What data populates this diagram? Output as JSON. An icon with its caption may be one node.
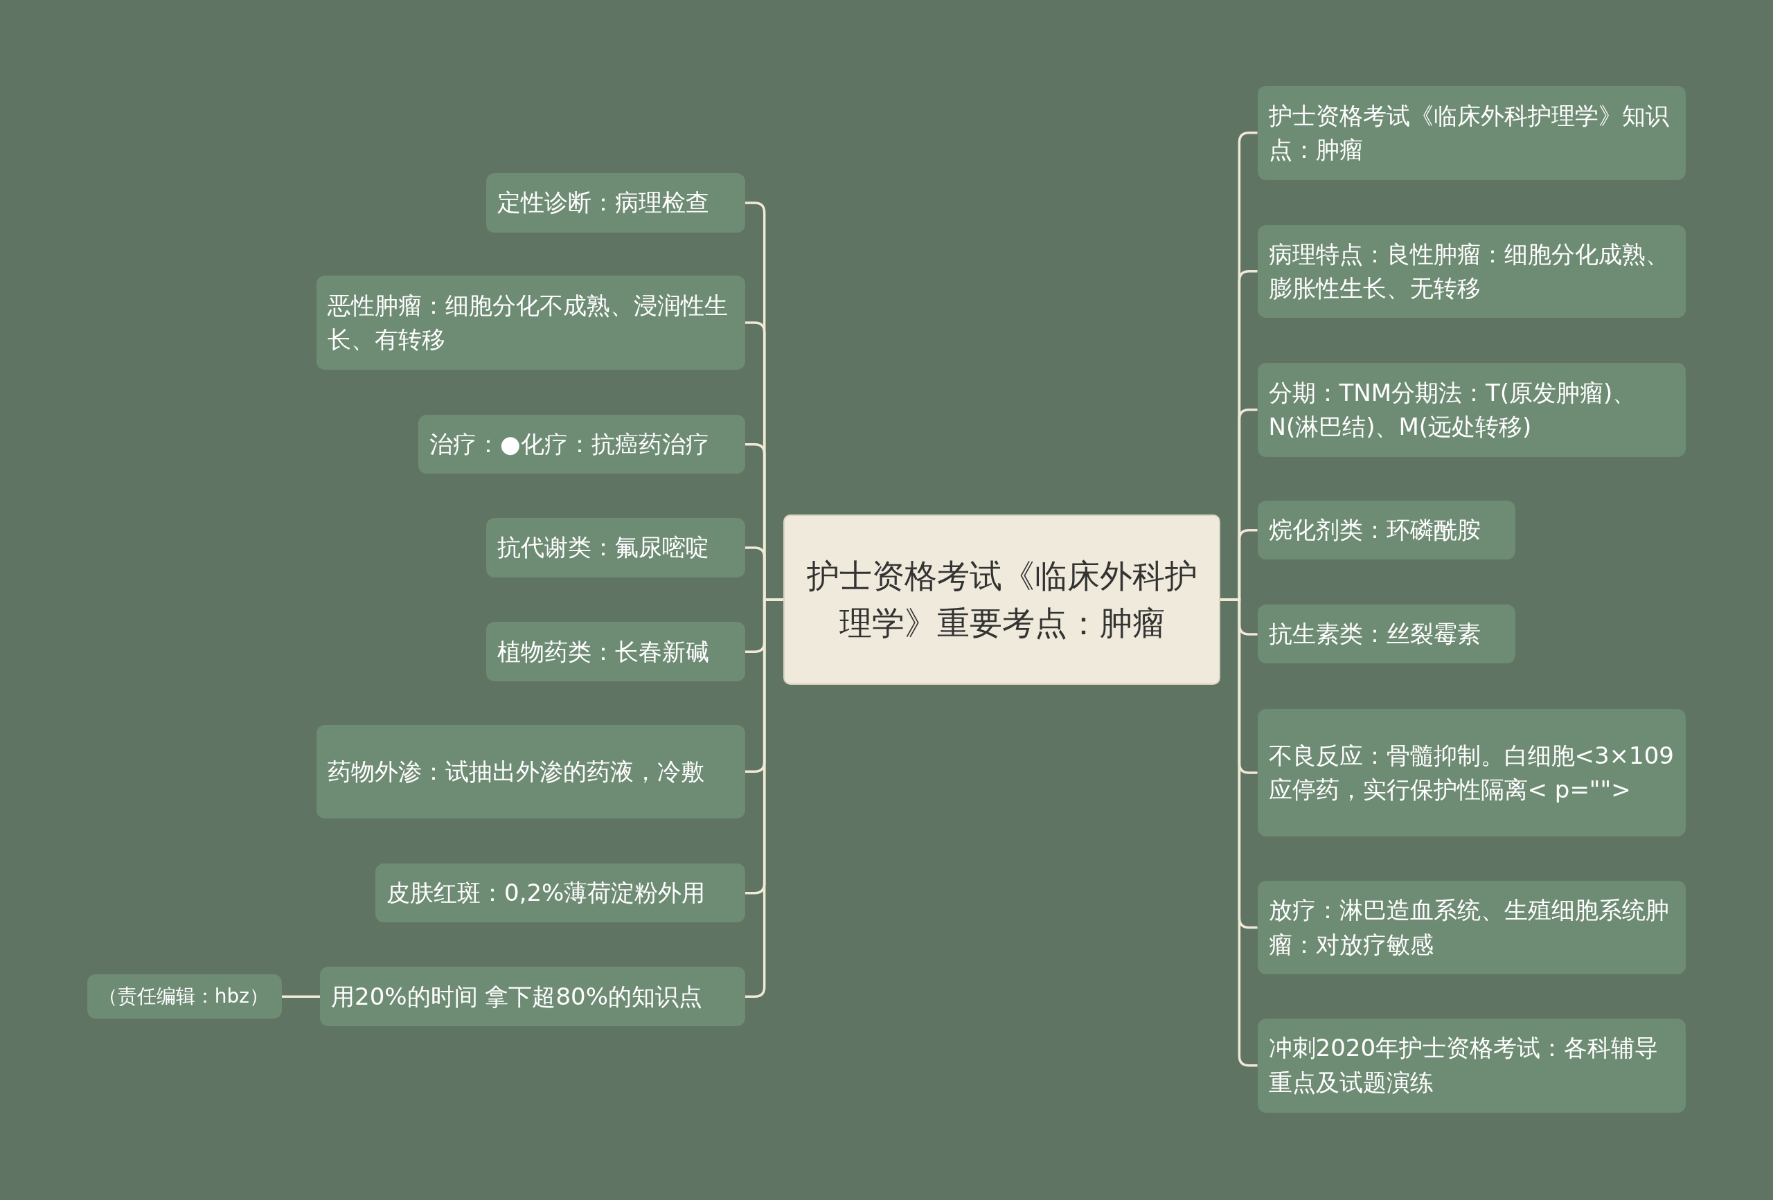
{
  "diagram": {
    "nodes": [
      {
        "text": [
          "护士资格考试《临床外科护理学》重要考点：肿瘤"
        ]
      },
      {
        "text": [
          "定性诊断：病理检查"
        ]
      },
      {
        "text": [
          "恶性肿瘤：细胞分化不成熟、浸润性生长、有转移"
        ]
      },
      {
        "text": [
          "治疗：●化疗：抗癌药治疗"
        ]
      },
      {
        "text": [
          "抗代谢类：氟尿嘧啶"
        ]
      },
      {
        "text": [
          "植物药类：长春新碱"
        ]
      },
      {
        "text": [
          "药物外渗：试抽出外渗的药液，冷敷"
        ]
      },
      {
        "text": [
          "皮肤红斑：0,2%薄荷淀粉外用"
        ]
      },
      {
        "text": [
          "用20%的时间 拿下超80%的知识点"
        ]
      },
      {
        "text": [
          "（责任编辑：hbz）"
        ]
      },
      {
        "text": [
          "护士资格考试《临床外科护理学》知识点：肿瘤"
        ]
      },
      {
        "text": [
          "病理特点：良性肿瘤：细胞分化成熟、膨胀性生长、无转移"
        ]
      },
      {
        "text": [
          "分期：TNM分期法：T(原发肿瘤)、N(淋巴结)、M(远处转移)"
        ]
      },
      {
        "text": [
          "烷化剂类：环磷酰胺"
        ]
      },
      {
        "text": [
          "抗生素类：丝裂霉素"
        ]
      },
      {
        "text": [
          "不良反应：骨髓抑制。白细胞<3×109应停药，实行保护性隔离< p=\"\">"
        ]
      },
      {
        "text": [
          "放疗：淋巴造血系统、生殖细胞系统肿瘤：对放疗敏感"
        ]
      },
      {
        "text": [
          "冲刺2020年护士资格考试：各科辅导重点及试题演练"
        ]
      }
    ],
    "edges": [
      {
        "from": 0,
        "to": 1,
        "arrow": "none"
      },
      {
        "from": 0,
        "to": 2,
        "arrow": "none"
      },
      {
        "from": 0,
        "to": 3,
        "arrow": "none"
      },
      {
        "from": 0,
        "to": 4,
        "arrow": "none"
      },
      {
        "from": 0,
        "to": 5,
        "arrow": "none"
      },
      {
        "from": 0,
        "to": 6,
        "arrow": "none"
      },
      {
        "from": 0,
        "to": 7,
        "arrow": "none"
      },
      {
        "from": 0,
        "to": 8,
        "arrow": "none"
      },
      {
        "from": 8,
        "to": 9,
        "arrow": "none"
      },
      {
        "from": 0,
        "to": 10,
        "arrow": "none"
      },
      {
        "from": 0,
        "to": 11,
        "arrow": "none"
      },
      {
        "from": 0,
        "to": 12,
        "arrow": "none"
      },
      {
        "from": 0,
        "to": 13,
        "arrow": "none"
      },
      {
        "from": 0,
        "to": 14,
        "arrow": "none"
      },
      {
        "from": 0,
        "to": 15,
        "arrow": "none"
      },
      {
        "from": 0,
        "to": 16,
        "arrow": "none"
      },
      {
        "from": 0,
        "to": 17,
        "arrow": "none"
      }
    ]
  }
}
